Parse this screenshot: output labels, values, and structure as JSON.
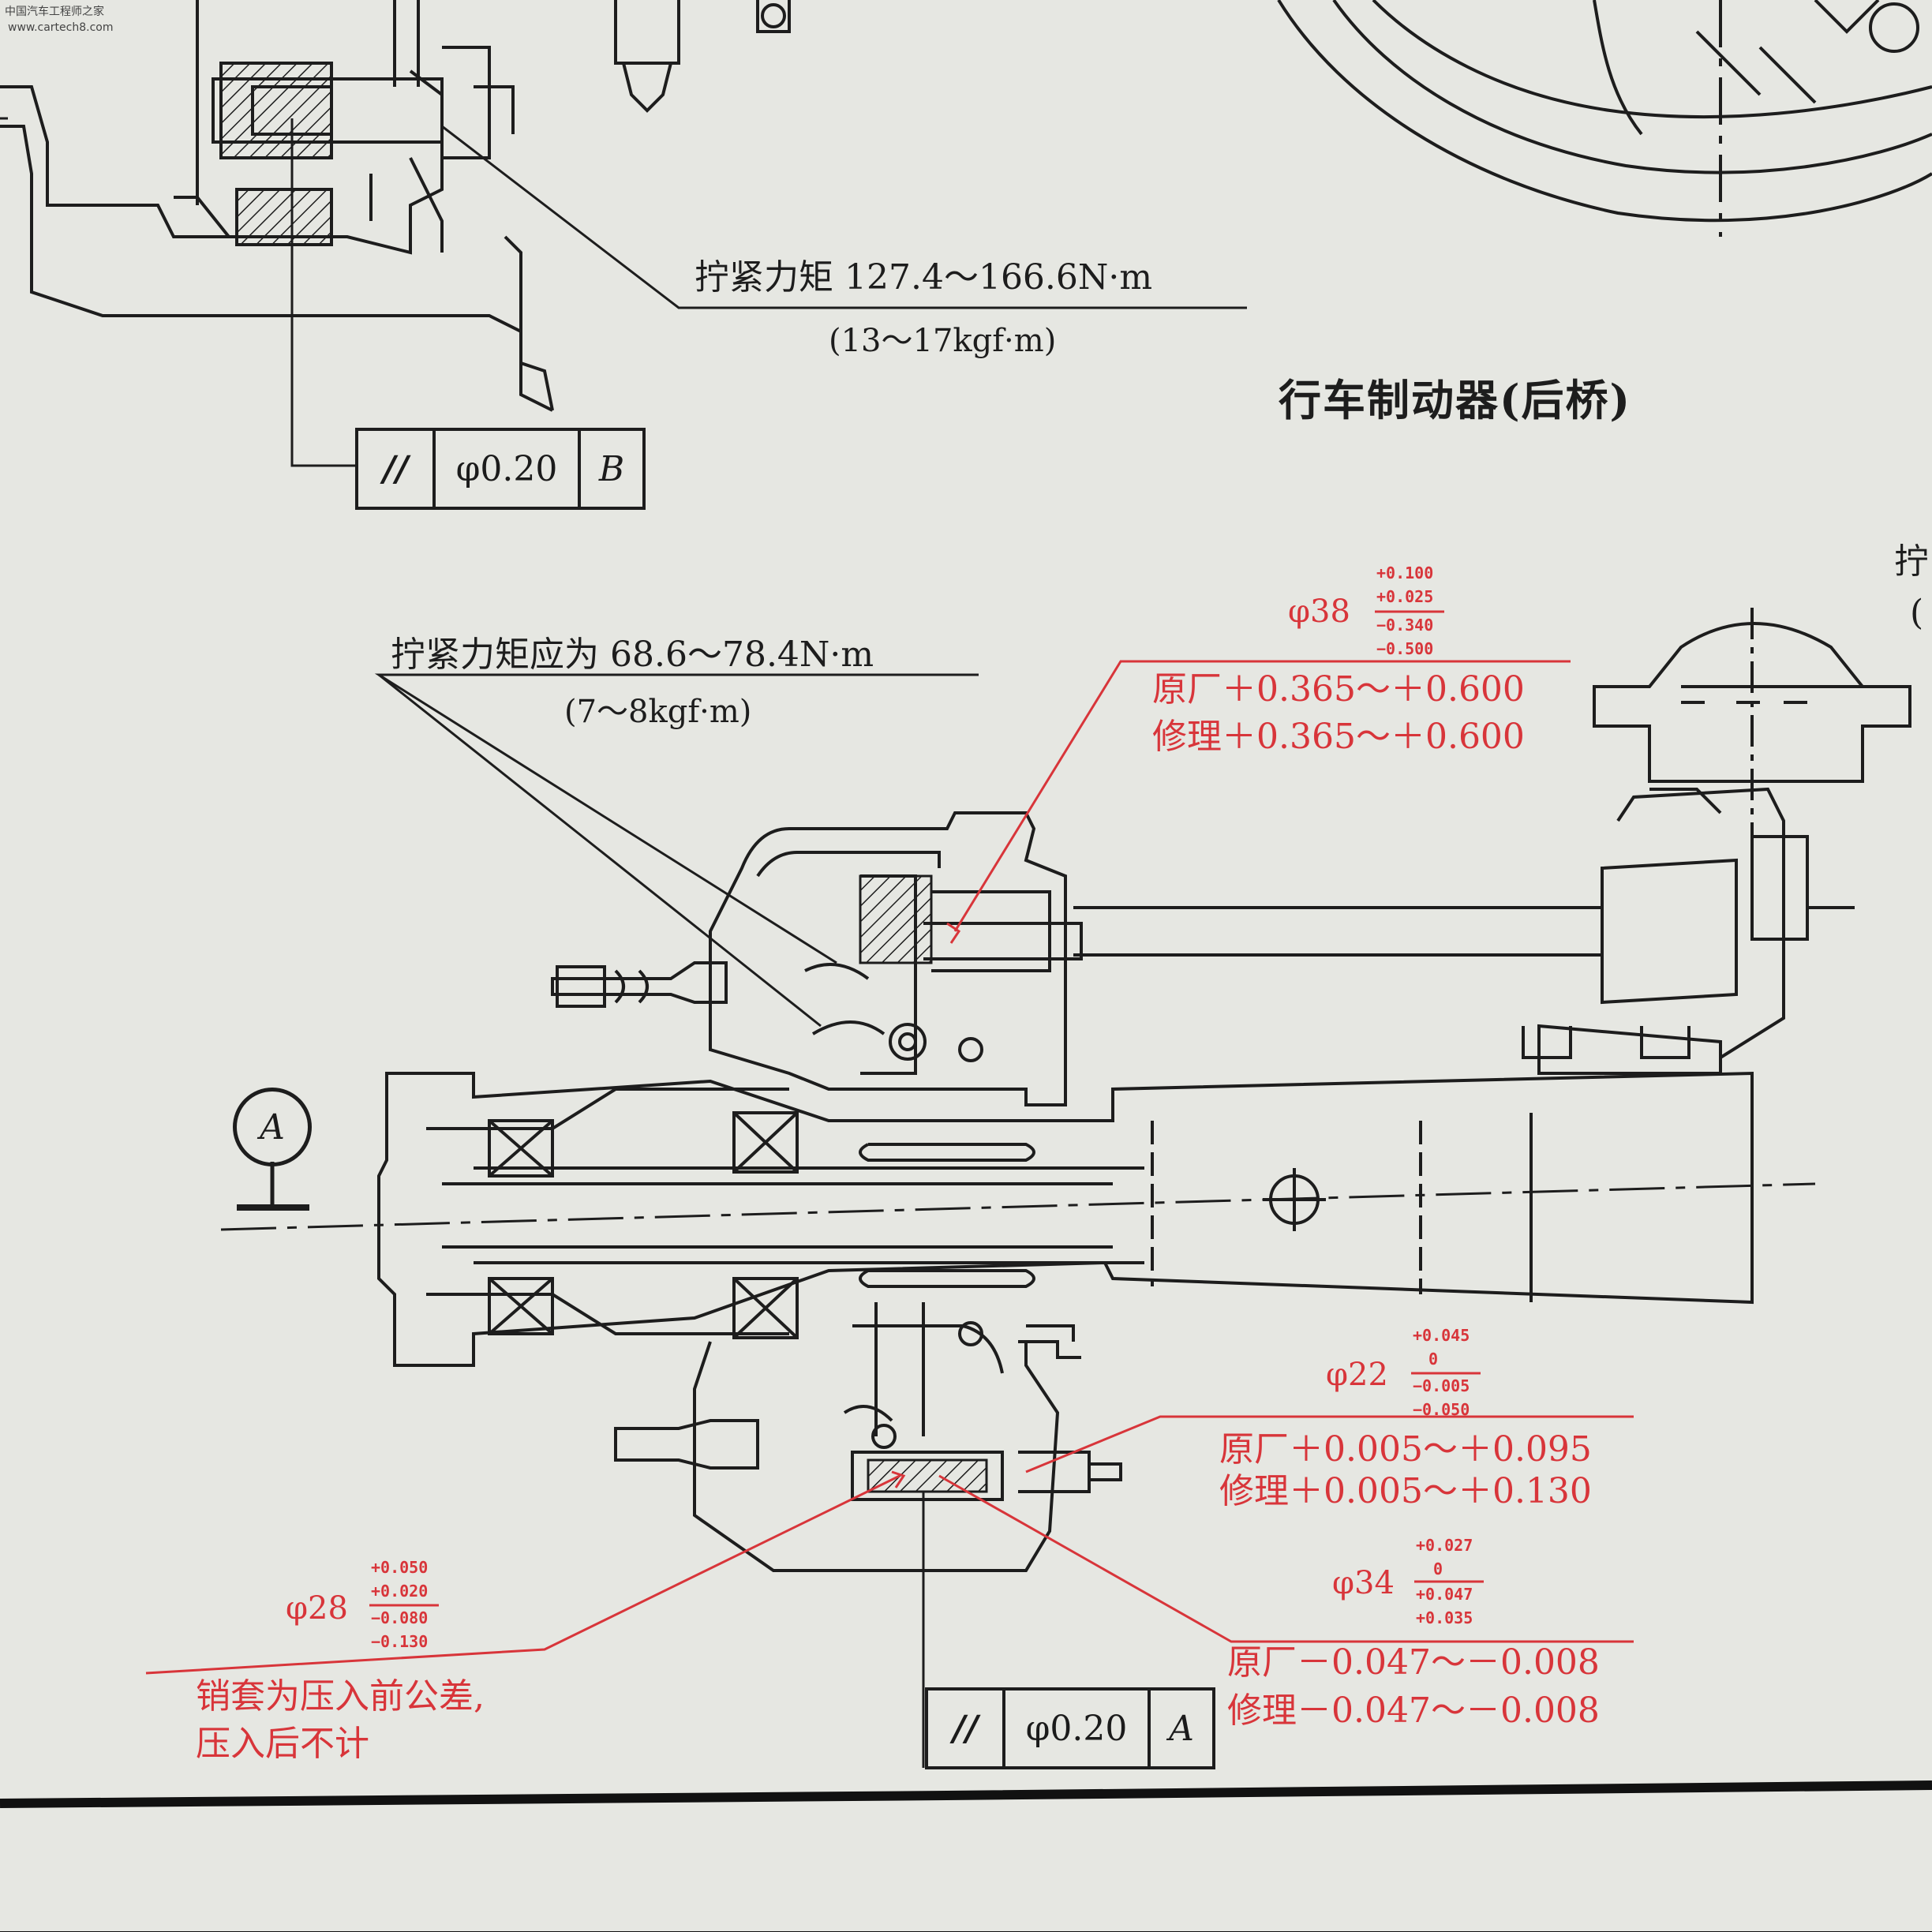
{
  "watermark": {
    "line1": "中国汽车工程师之家",
    "line2": "www.cartech8.com"
  },
  "title": "行车制动器(后桥)",
  "notes": {
    "torque_top": "拧紧力矩 127.4～166.6N·m",
    "torque_top_kgf": "(13～17kgf·m)",
    "torque_mid": "拧紧力矩应为 68.6～78.4N·m",
    "torque_mid_kgf": "(7～8kgf·m)",
    "torque_edge": "拧",
    "edge_paren": "("
  },
  "fcf_top": {
    "symbol": "//",
    "value": "φ0.20",
    "datum": "B"
  },
  "fcf_bottom": {
    "symbol": "//",
    "value": "φ0.20",
    "datum": "A"
  },
  "datum_a": "A",
  "dims": {
    "d38": {
      "label": "φ38",
      "tolerances": [
        "+0.100",
        "+0.025",
        "−0.340",
        "−0.500"
      ],
      "orig": "原厂＋0.365～＋0.600",
      "repair": "修理＋0.365～＋0.600"
    },
    "d22": {
      "label": "φ22",
      "tolerances": [
        "+0.045",
        "0",
        "−0.005",
        "−0.050"
      ],
      "orig": "原厂＋0.005～＋0.095",
      "repair": "修理＋0.005～＋0.130"
    },
    "d34": {
      "label": "φ34",
      "tolerances": [
        "+0.027",
        "0",
        "+0.047",
        "+0.035"
      ],
      "orig": "原厂－0.047～－0.008",
      "repair": "修理－0.047～－0.008"
    },
    "d28": {
      "label": "φ28",
      "tolerances": [
        "+0.050",
        "+0.020",
        "−0.080",
        "−0.130"
      ],
      "note1": "销套为压入前公差,",
      "note2": "压入后不计"
    }
  },
  "colors": {
    "paper": "#e6e7e2",
    "ink": "#1d1d1d",
    "annotation_red": "#d8353a"
  }
}
